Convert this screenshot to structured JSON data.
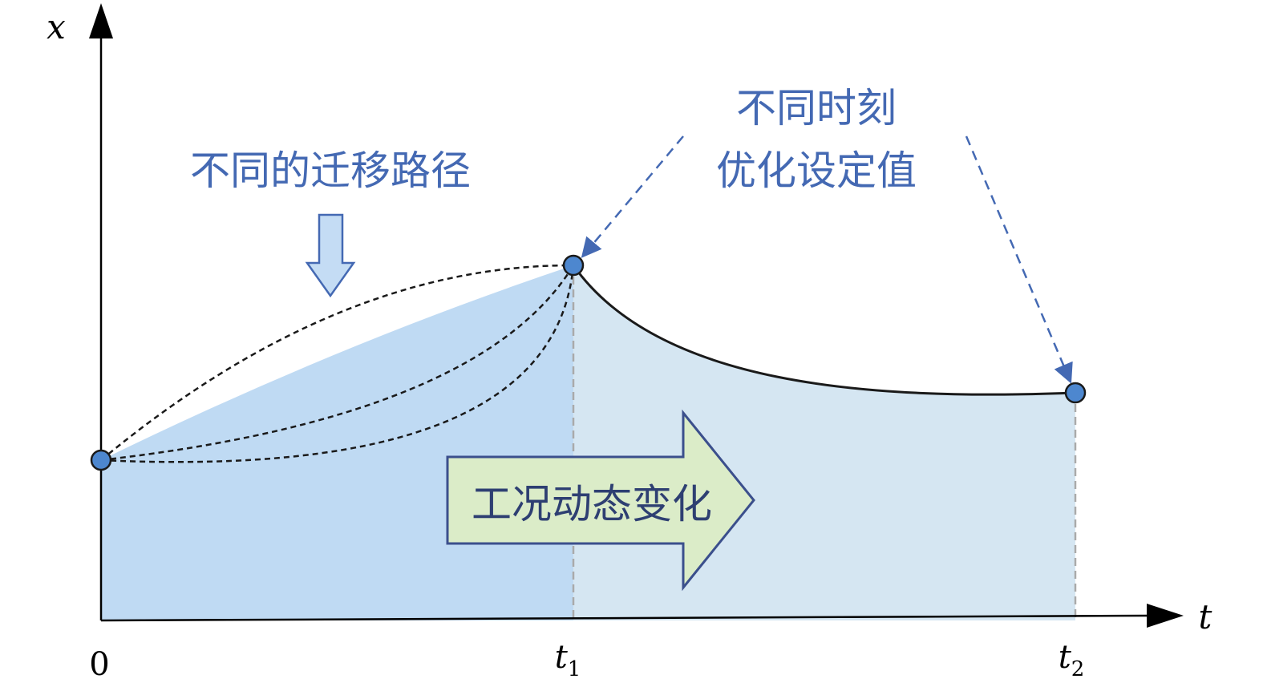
{
  "axes": {
    "x_axis_label": "t",
    "y_axis_label": "x",
    "origin_label": "0",
    "t1": {
      "base": "t",
      "sub": "1"
    },
    "t2": {
      "base": "t",
      "sub": "2"
    }
  },
  "annotations": {
    "paths_label": "不同的迁移路径",
    "setpoint_label_line1": "不同时刻",
    "setpoint_label_line2": "优化设定值",
    "arrow_label": "工况动态变化"
  },
  "colors": {
    "region1_fill": "#bfdaf3",
    "region2_fill": "#d5e6f2",
    "accent_blue": "#4469b3",
    "point_fill": "#4d87cf",
    "big_arrow_fill": "#dbecc8",
    "small_arrow_fill": "#c4dcf4"
  }
}
